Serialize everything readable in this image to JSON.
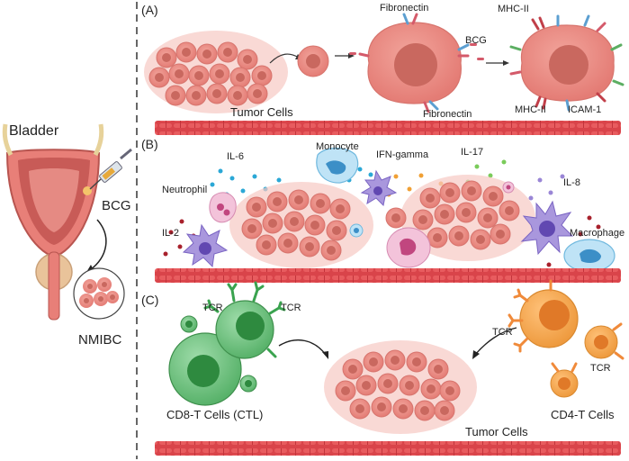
{
  "left_panel": {
    "organ_label": "Bladder",
    "agent_label": "BCG",
    "result_label": "NMIBC"
  },
  "panel_a": {
    "letter": "(A)",
    "tumor_label": "Tumor Cells",
    "fibronectin_top": "Fibronectin",
    "bcg_label": "BCG",
    "fibronectin_bottom": "Fibronectin",
    "mhc_top": "MHC-II",
    "mhc_bottom": "MHC-II",
    "icam_label": "ICAM-1"
  },
  "panel_b": {
    "letter": "(B)",
    "il6": "IL-6",
    "monocyte": "Monocyte",
    "ifn": "IFN-gamma",
    "il17": "IL-17",
    "il8": "IL-8",
    "neutrophil": "Neutrophil",
    "il2": "IL-2",
    "macrophage": "Macrophage"
  },
  "panel_c": {
    "letter": "(C)",
    "tcr_left_1": "TCR",
    "tcr_left_2": "TCR",
    "cd8_label": "CD8-T Cells (CTL)",
    "tcr_right_1": "TCR",
    "tcr_right_2": "TCR",
    "cd4_label": "CD4-T Cells",
    "tumor_label": "Tumor Cells"
  },
  "colors": {
    "tumor": "#e8867f",
    "tumor_light": "#f6c2bb",
    "nucleus": "#c9685f",
    "vessel": "#d9444a",
    "cd8": "#5fb971",
    "cd4": "#f0a24a",
    "bladder": "#e87f78",
    "divider": "#333333"
  }
}
